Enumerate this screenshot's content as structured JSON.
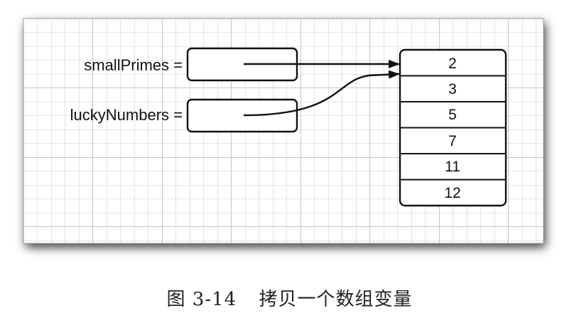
{
  "variables": [
    {
      "label": "smallPrimes ="
    },
    {
      "label": "luckyNumbers ="
    }
  ],
  "array": {
    "values": [
      "2",
      "3",
      "5",
      "7",
      "11",
      "12"
    ]
  },
  "caption": {
    "figure_number": "图 3-14",
    "title": "拷贝一个数组变量"
  }
}
